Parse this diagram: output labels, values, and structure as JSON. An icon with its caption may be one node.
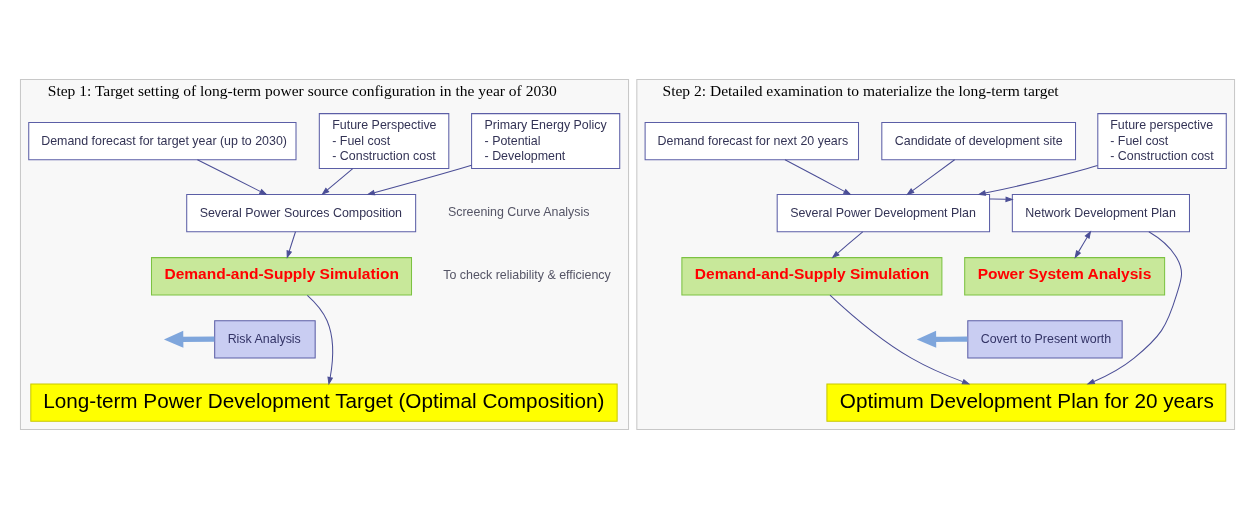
{
  "diagram": {
    "nodes": [
      {
        "text": [
          "Step 1: Target setting of long-term power source configuration in the year of 2030"
        ]
      },
      {
        "text": [
          "Demand forecast for target year (up to 2030)"
        ],
        "in": 0
      },
      {
        "text": [
          "Future Perspective",
          "- Fuel cost",
          "- Construction cost"
        ],
        "in": 0
      },
      {
        "text": [
          "Primary Energy Policy",
          "- Potential",
          "- Development"
        ],
        "in": 0
      },
      {
        "text": [
          "Several Power Sources Composition"
        ],
        "in": 0,
        "beside": [
          "Screening Curve Analysis"
        ]
      },
      {
        "text": [
          "Demand-and-Supply Simulation"
        ],
        "in": 0,
        "beside": [
          "To check reliability & efficiency"
        ]
      },
      {
        "text": [
          "Risk Analysis"
        ],
        "in": 0
      },
      {
        "text": [
          "Long-term Power Development Target (Optimal Composition)"
        ],
        "in": 0
      },
      {
        "text": [
          "Step 2: Detailed examination to materialize the long-term target"
        ]
      },
      {
        "text": [
          "Demand forecast for next 20 years"
        ],
        "in": 8
      },
      {
        "text": [
          "Candidate of development site"
        ],
        "in": 8
      },
      {
        "text": [
          "Future perspective",
          "- Fuel cost",
          "- Construction cost"
        ],
        "in": 8
      },
      {
        "text": [
          "Several Power Development Plan"
        ],
        "in": 8
      },
      {
        "text": [
          "Network Development Plan"
        ],
        "in": 8
      },
      {
        "text": [
          "Demand-and-Supply Simulation"
        ],
        "in": 8
      },
      {
        "text": [
          "Power System Analysis"
        ],
        "in": 8
      },
      {
        "text": [
          "Covert to Present worth"
        ],
        "in": 8
      },
      {
        "text": [
          "Optimum Development Plan for 20 years"
        ],
        "in": 8
      }
    ],
    "edges": [
      {
        "from": 1,
        "to": 4,
        "arrow": "to"
      },
      {
        "from": 2,
        "to": 4,
        "arrow": "to"
      },
      {
        "from": 3,
        "to": 4,
        "arrow": "to"
      },
      {
        "from": 4,
        "to": 5,
        "arrow": "to"
      },
      {
        "from": 5,
        "to": 7,
        "arrow": "to"
      },
      {
        "from": 6,
        "to": null,
        "arrow": "to",
        "style": "thick",
        "color": "#7fa6dc"
      },
      {
        "from": 9,
        "to": 12,
        "arrow": "to"
      },
      {
        "from": 10,
        "to": 12,
        "arrow": "to"
      },
      {
        "from": 11,
        "to": 12,
        "arrow": "to"
      },
      {
        "from": 12,
        "to": 13,
        "arrow": "to"
      },
      {
        "from": 12,
        "to": 14,
        "arrow": "to"
      },
      {
        "from": 13,
        "to": 15,
        "arrow": "both"
      },
      {
        "from": 14,
        "to": 17,
        "arrow": "to"
      },
      {
        "from": 13,
        "to": 17,
        "arrow": "to"
      },
      {
        "from": 16,
        "to": null,
        "arrow": "to",
        "style": "thick",
        "color": "#7fa6dc"
      }
    ]
  }
}
